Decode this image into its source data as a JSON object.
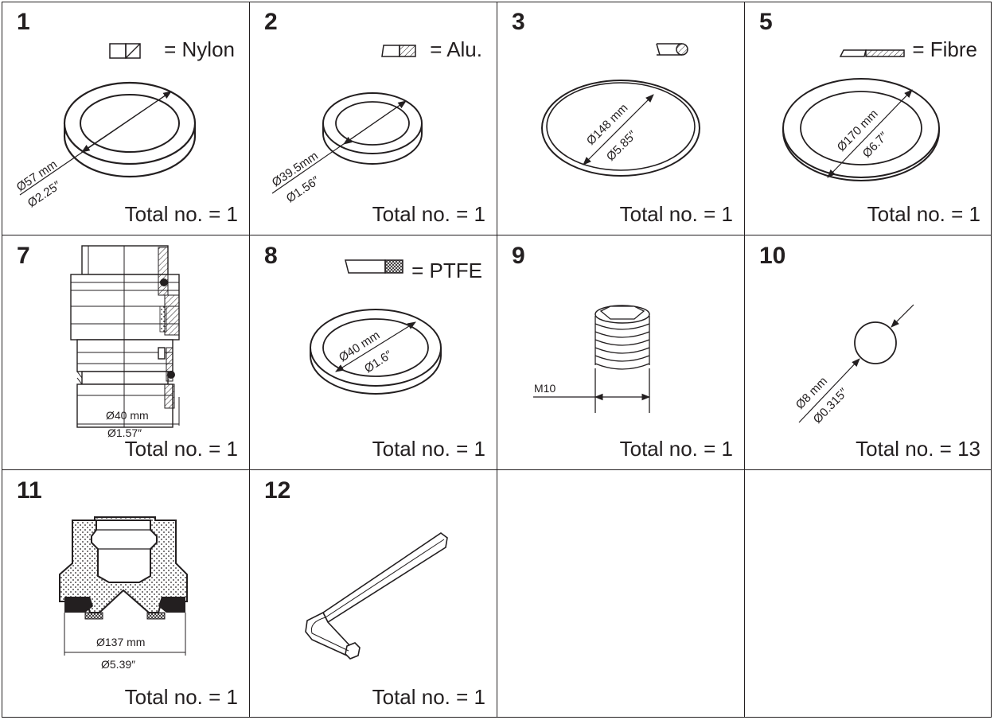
{
  "cells": {
    "c1": {
      "number": "1",
      "material": "= Nylon",
      "dim_mm": "Ø57 mm",
      "dim_in": "Ø2.25″",
      "total": "Total no. = 1"
    },
    "c2": {
      "number": "2",
      "material": "= Alu.",
      "dim_mm": "Ø39.5mm",
      "dim_in": "Ø1.56″",
      "total": "Total no. = 1"
    },
    "c3": {
      "number": "3",
      "dim_mm": "Ø148 mm",
      "dim_in": "Ø5.85″",
      "total": "Total no. = 1"
    },
    "c5": {
      "number": "5",
      "material": "= Fibre",
      "dim_mm": "Ø170 mm",
      "dim_in": "Ø6.7″",
      "total": "Total no. = 1"
    },
    "c7": {
      "number": "7",
      "dim_mm": "Ø40 mm",
      "dim_in": "Ø1.57″",
      "total": "Total no. = 1"
    },
    "c8": {
      "number": "8",
      "material": "= PTFE",
      "dim_mm": "Ø40 mm",
      "dim_in": "Ø1.6″",
      "total": "Total no. = 1"
    },
    "c9": {
      "number": "9",
      "thread": "M10",
      "total": "Total no. = 1"
    },
    "c10": {
      "number": "10",
      "dim_mm": "Ø8 mm",
      "dim_in": "Ø0.315″",
      "total": "Total no. = 13"
    },
    "c11": {
      "number": "11",
      "dim_mm": "Ø137 mm",
      "dim_in": "Ø5.39″",
      "total": "Total no. = 1"
    },
    "c12": {
      "number": "12",
      "total": "Total no. = 1"
    }
  }
}
